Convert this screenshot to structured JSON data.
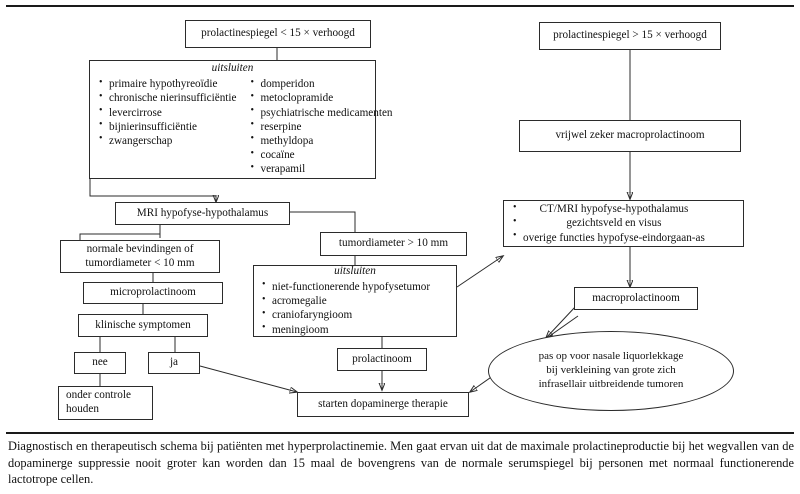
{
  "figure": {
    "nodes": {
      "prl_low": "prolactinespiegel < 15 × verhoogd",
      "prl_high": "prolactinespiegel > 15 × verhoogd",
      "exclude_title": "uitsluiten",
      "exclude_left": [
        "primaire hypothyreoïdie",
        "chronische nierinsufficiëntie",
        "levercirrose",
        "bijnierinsufficiëntie",
        "zwangerschap"
      ],
      "exclude_right": [
        "domperidon",
        "metoclopramide",
        "psychiatrische medicamenten",
        "reserpine",
        "methyldopa",
        "cocaïne",
        "verapamil"
      ],
      "almost_certain": "vrijwel zeker macroprolactinoom",
      "mri": "MRI hypofyse-hypothalamus",
      "normal_findings": "normale bevindingen of\ntumordiameter < 10 mm",
      "microprolactinoma": "microprolactinoom",
      "clinical_symptoms": "klinische symptomen",
      "no": "nee",
      "yes": "ja",
      "keep_control": "onder controle\nhouden",
      "tumor_diameter": "tumordiameter > 10 mm",
      "exclude2_title": "uitsluiten",
      "exclude2_items": [
        "niet-functionerende hypofysetumor",
        "acromegalie",
        "craniofaryngioom",
        "meningioom"
      ],
      "prolactinoma": "prolactinoom",
      "start_therapy": "starten dopaminerge therapie",
      "workup_items": [
        "CT/MRI hypofyse-hypothalamus",
        "gezichtsveld en visus",
        "overige functies hypofyse-eindorgaan-as"
      ],
      "macroprolactinoma": "macroprolactinoom",
      "warning": "pas op voor nasale liquorlekkage\nbij verkleining van grote zich\ninfrasellair uitbreidende tumoren"
    }
  },
  "caption": {
    "text": "Diagnostisch en therapeutisch schema bij patiënten met hyperprolactinemie. Men gaat ervan uit dat de maximale prolactineproductie bij het wegvallen van de dopaminerge suppressie nooit groter kan worden dan 15 maal de bovengrens van de normale serumspiegel bij personen met normaal functionerende lactotrope cellen."
  },
  "colors": {
    "ink": "#111111",
    "line": "#2b2b2b",
    "background": "#ffffff"
  }
}
